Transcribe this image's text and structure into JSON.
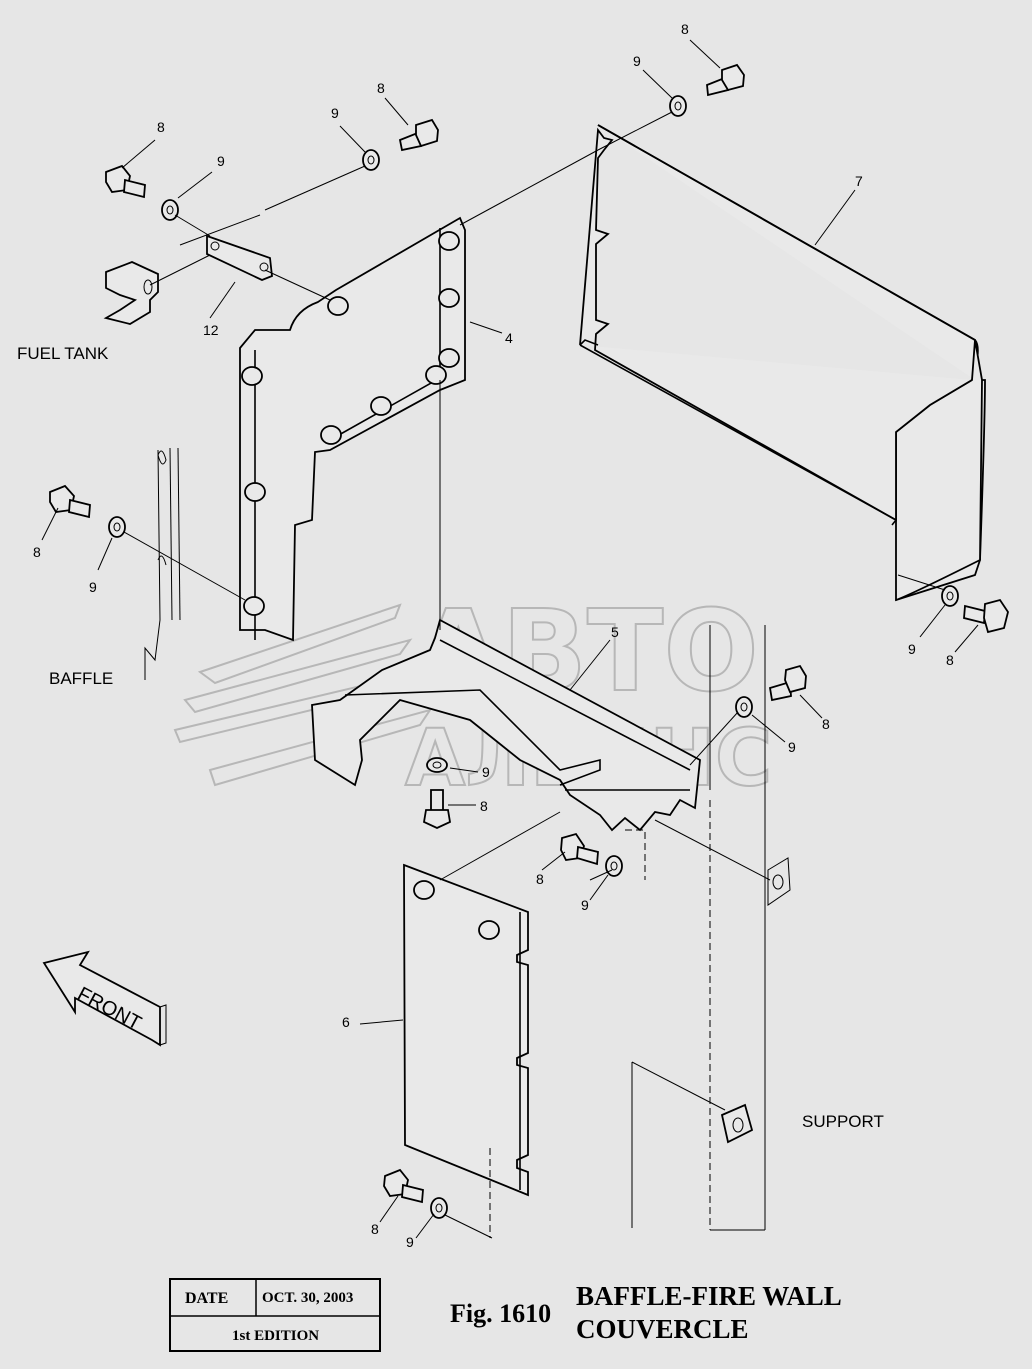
{
  "callouts": {
    "c8_top": "8",
    "c9_top": "9",
    "c8_b": "8",
    "c9_b": "9",
    "c8_l": "8",
    "c9_l": "9",
    "c12": "12",
    "c7": "7",
    "c4": "4",
    "c8_ml": "8",
    "c9_ml": "9",
    "c5": "5",
    "c9_r": "9",
    "c8_r": "8",
    "c8_mr": "8",
    "c9_mr": "9",
    "c9_c": "9",
    "c8_c": "8",
    "c8_low": "8",
    "c9_low": "9",
    "c6": "6",
    "c8_bot": "8",
    "c9_bot": "9"
  },
  "labels": {
    "fuel_tank": "FUEL TANK",
    "baffle": "BAFFLE",
    "support": "SUPPORT",
    "front": "FRONT"
  },
  "watermark": {
    "line1": "АВТО",
    "line2": "АЛЬЯНС"
  },
  "title_block": {
    "date_label": "DATE",
    "date_value": "OCT. 30, 2003",
    "edition": "1st EDITION",
    "fig": "Fig. 1610",
    "title1": "BAFFLE-FIRE WALL",
    "title2": "COUVERCLE"
  }
}
